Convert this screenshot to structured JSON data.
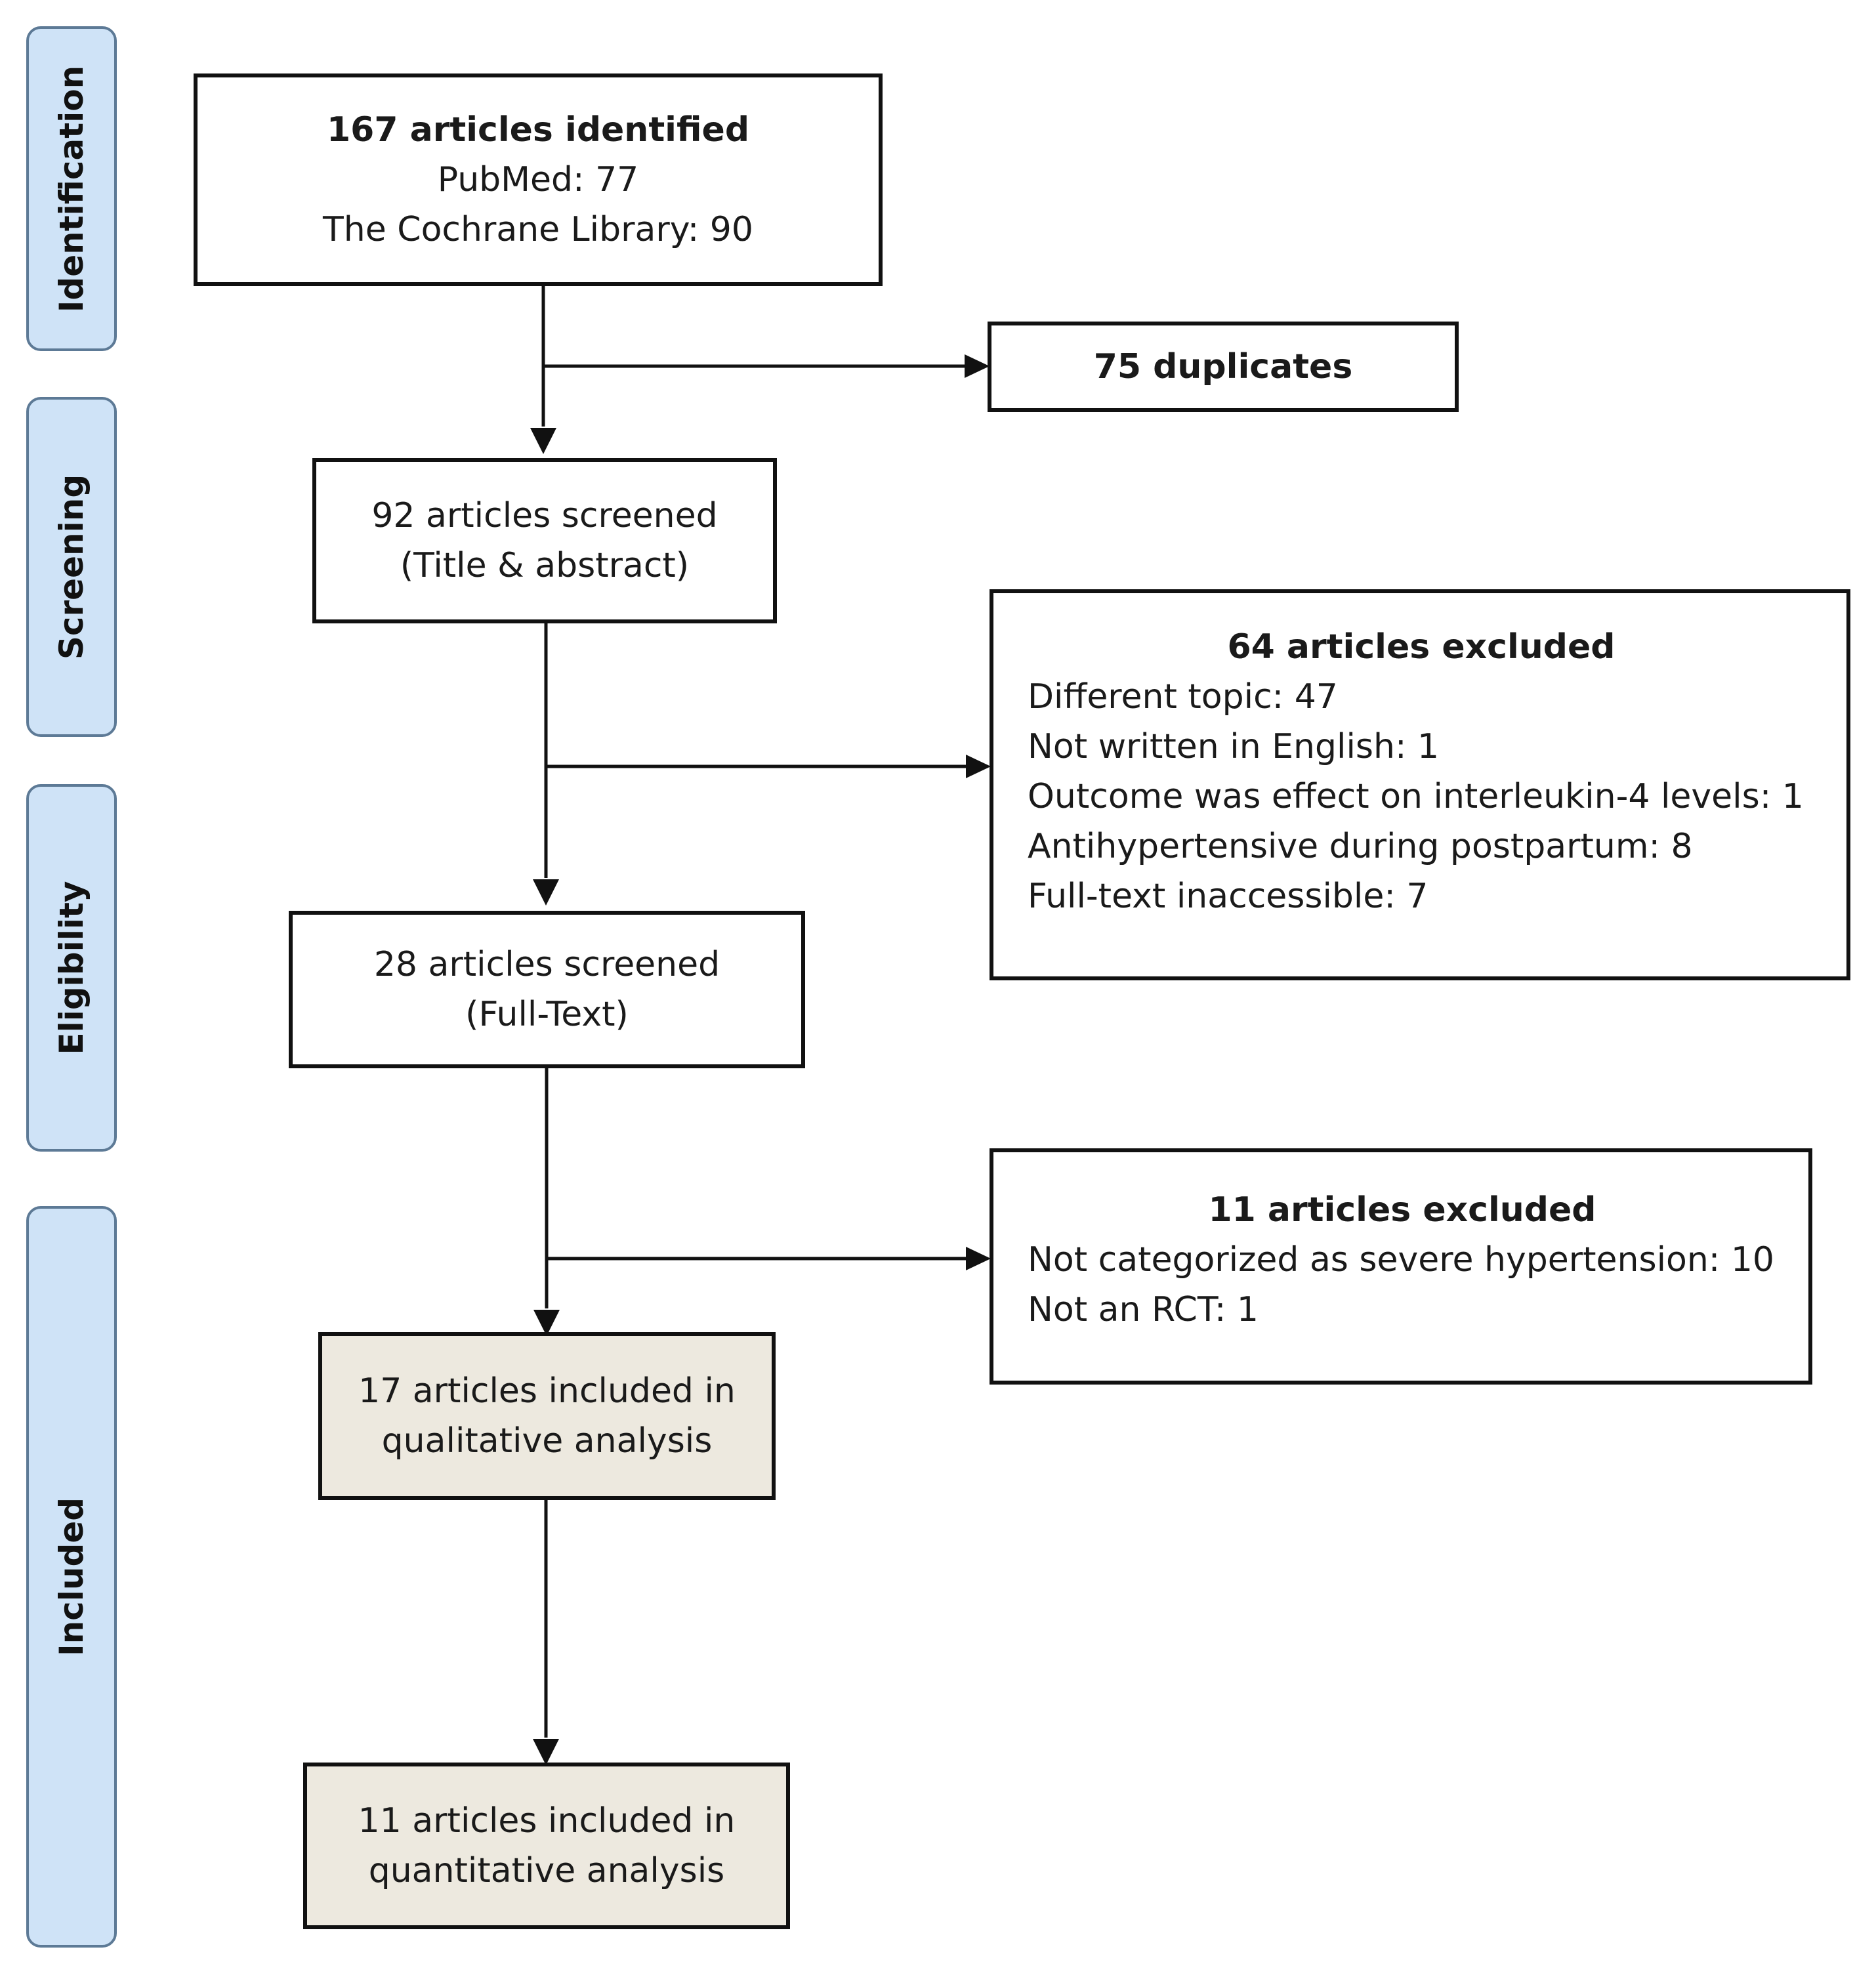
{
  "phases": {
    "identification": "Identification",
    "screening": "Screening",
    "eligibility": "Eligibility",
    "included": "Included"
  },
  "boxes": {
    "identified": {
      "heading": "167 articles identified",
      "lines": [
        "PubMed: 77",
        "The Cochrane Library: 90"
      ]
    },
    "duplicates": {
      "heading": "75 duplicates"
    },
    "screened_title": {
      "lines": [
        "92 articles screened",
        "(Title & abstract)"
      ]
    },
    "excluded_64": {
      "heading": "64 articles excluded",
      "lines": [
        "Different topic: 47",
        "Not written in English: 1",
        "Outcome was effect on interleukin-4 levels: 1",
        "Antihypertensive during postpartum: 8",
        "Full-text inaccessible: 7"
      ]
    },
    "screened_fulltext": {
      "lines": [
        "28 articles screened",
        "(Full-Text)"
      ]
    },
    "excluded_11": {
      "heading": "11 articles excluded",
      "lines": [
        "Not categorized as severe hypertension: 10",
        "Not an RCT: 1"
      ]
    },
    "qualitative": {
      "lines": [
        "17 articles included in",
        "qualitative analysis"
      ]
    },
    "quantitative": {
      "lines": [
        "11 articles included in",
        "quantitative analysis"
      ]
    }
  },
  "colors": {
    "phase_fill": "#cfe3f7",
    "phase_border": "#5d7a96",
    "included_fill": "#ede9df",
    "line": "#111111"
  }
}
